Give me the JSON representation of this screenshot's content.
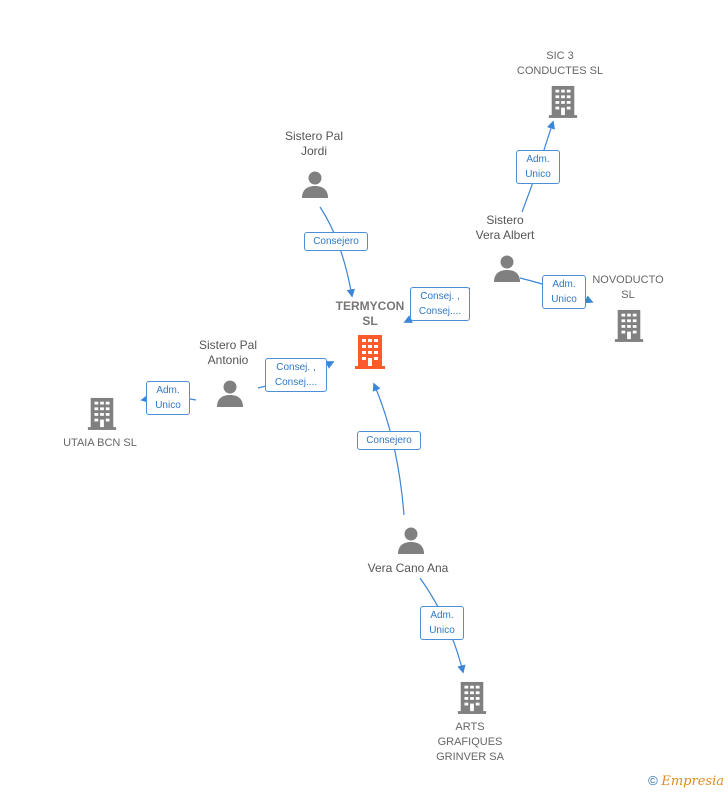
{
  "nodes": {
    "termycon": "TERMYCON\nSL",
    "sic3": "SIC 3\nCONDUCTES SL",
    "pal_jordi": "Sistero Pal\nJordi",
    "vera_albert": "Sistero\nVera Albert",
    "novoducto": "NOVODUCTO\nSL",
    "pal_antonio": "Sistero Pal\nAntonio",
    "utaia": "UTAIA BCN  SL",
    "vera_cano": "Vera Cano Ana",
    "arts": "ARTS\nGRAFIQUES\nGRINVER SA"
  },
  "edges": {
    "adm_sic3": "Adm.\nUnico",
    "consejero_jordi": "Consejero",
    "consej_albert": "Consej. ,\nConsej....",
    "adm_novoducto": "Adm.\nUnico",
    "consej_antonio": "Consej. ,\nConsej....",
    "adm_utaia": "Adm.\nUnico",
    "consejero_ana": "Consejero",
    "adm_arts": "Adm.\nUnico"
  },
  "footer": {
    "copyright": "©",
    "brand": "Empresia"
  },
  "colors": {
    "accent": "#ff5a2e",
    "edge": "#3d85d6",
    "icon": "#808080"
  }
}
